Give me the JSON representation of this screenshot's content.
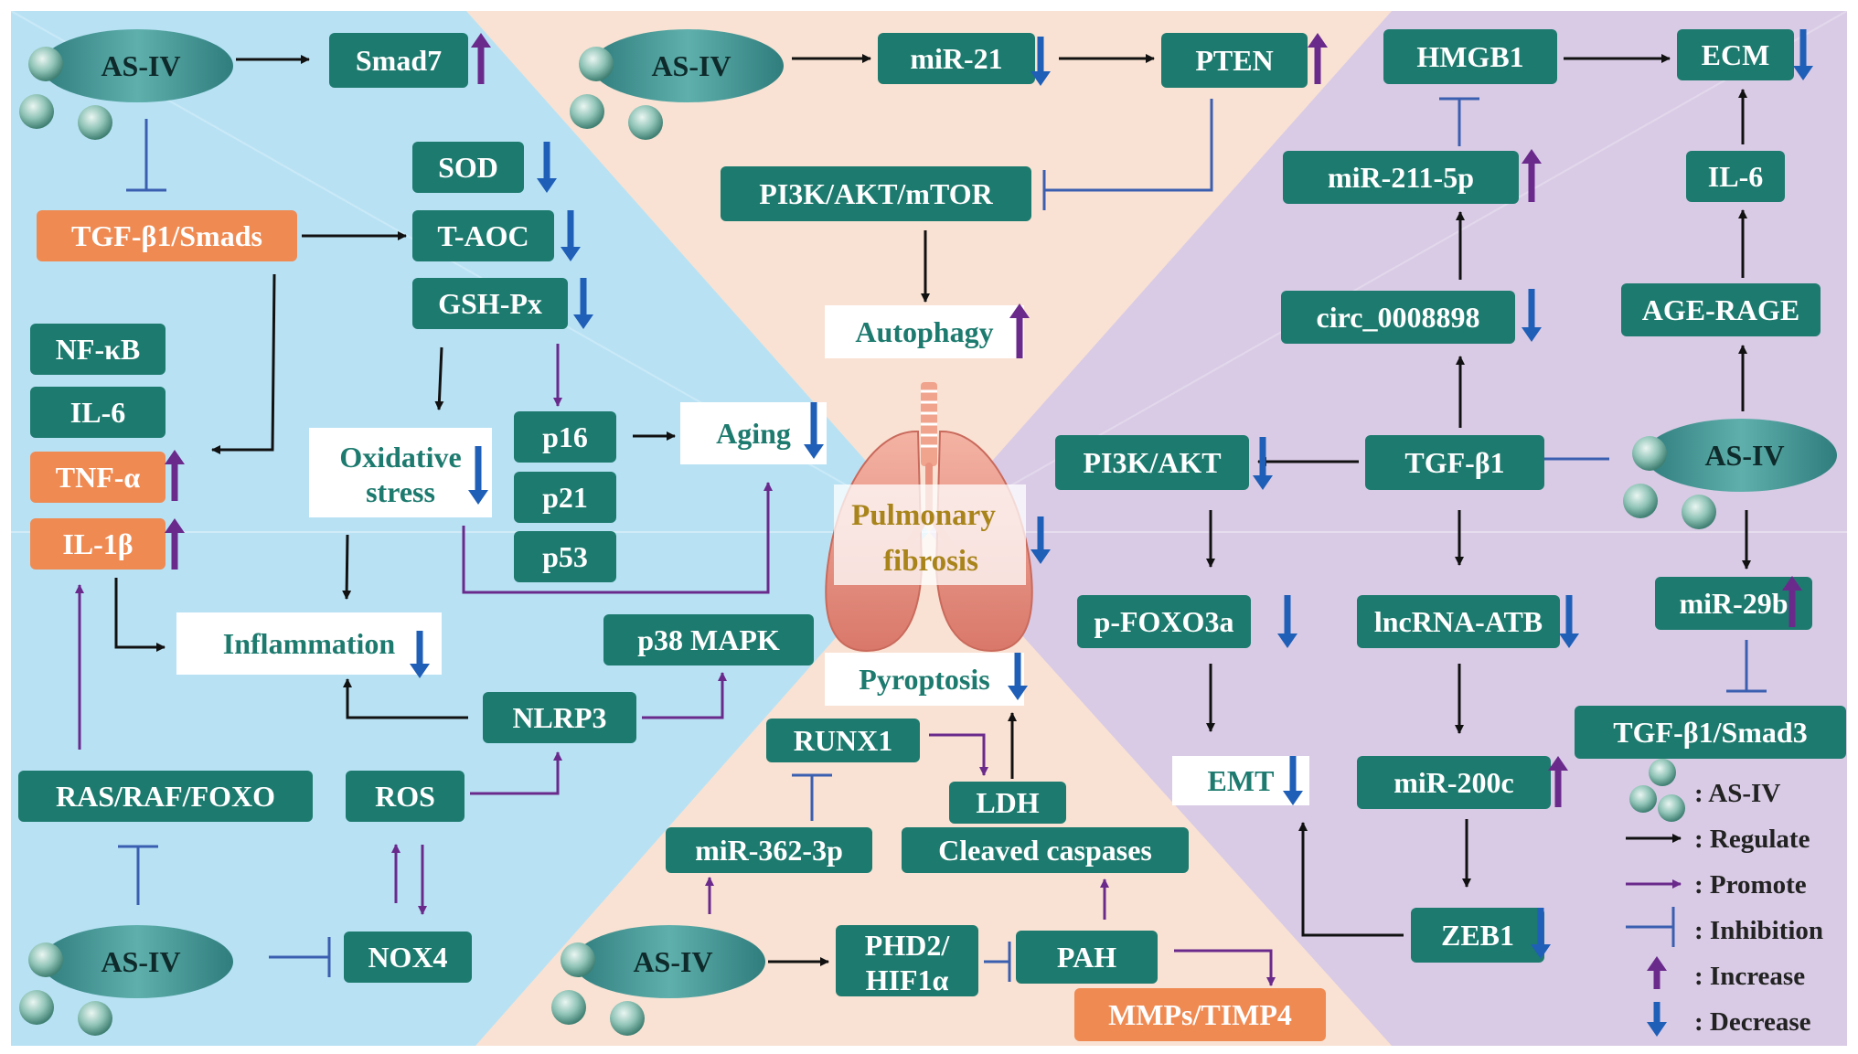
{
  "colors": {
    "blue_bg": "#b8e2f4",
    "peach_bg": "#f9e2d3",
    "lavender_bg": "#d9cbe5",
    "node_teal": "#1d7a6e",
    "node_orange": "#ef8a52",
    "text_teal": "#1d7a6e",
    "text_gold": "#a8841a",
    "regulate": "#111111",
    "promote": "#6a2a8c",
    "inhibit": "#3b5fb0",
    "up_arrow": "#6a2a8c",
    "down_arrow": "#1f5fb8"
  },
  "diagram": {
    "center": {
      "line1": "Pulmonary",
      "line2": "fibrosis"
    },
    "drug_label": "AS-IV",
    "nodes": {
      "smad7": "Smad7",
      "tgfb1_smads": "TGF-β1/Smads",
      "sod": "SOD",
      "taoc": "T-AOC",
      "gshpx": "GSH-Px",
      "nfkb": "NF-κB",
      "il6_left": "IL-6",
      "tnfa": "TNF-α",
      "il1b": "IL-1β",
      "oxidative_1": "Oxidative",
      "oxidative_2": "stress",
      "p16": "p16",
      "p21": "p21",
      "p53": "p53",
      "aging": "Aging",
      "inflammation": "Inflammation",
      "p38mapk": "p38 MAPK",
      "nlrp3": "NLRP3",
      "ras_raf_foxo": "RAS/RAF/FOXO",
      "ros": "ROS",
      "nox4": "NOX4",
      "mir21": "miR-21",
      "pten": "PTEN",
      "pi3k_akt_mtor": "PI3K/AKT/mTOR",
      "autophagy": "Autophagy",
      "pyroptosis": "Pyroptosis",
      "runx1": "RUNX1",
      "ldh": "LDH",
      "mir362": "miR-362-3p",
      "cleaved_caspases": "Cleaved caspases",
      "phd2_1": "PHD2/",
      "phd2_2": "HIF1α",
      "pah": "PAH",
      "mmps": "MMPs/TIMP4",
      "hmgb1": "HMGB1",
      "ecm": "ECM",
      "mir211": "miR-211-5p",
      "il6_right": "IL-6",
      "circ": "circ_0008898",
      "age_rage": "AGE-RAGE",
      "pi3k_akt": "PI3K/AKT",
      "tgfb1": "TGF-β1",
      "pfoxo3a": "p-FOXO3a",
      "lncrna": "lncRNA-ATB",
      "mir29b": "miR-29b",
      "tgfb1_smad3": "TGF-β1/Smad3",
      "emt": "EMT",
      "mir200c": "miR-200c",
      "zeb1": "ZEB1"
    }
  },
  "legend": {
    "asiv": ": AS-IV",
    "regulate": ": Regulate",
    "promote": ": Promote",
    "inhibition": ": Inhibition",
    "increase": ": Increase",
    "decrease": ": Decrease"
  }
}
